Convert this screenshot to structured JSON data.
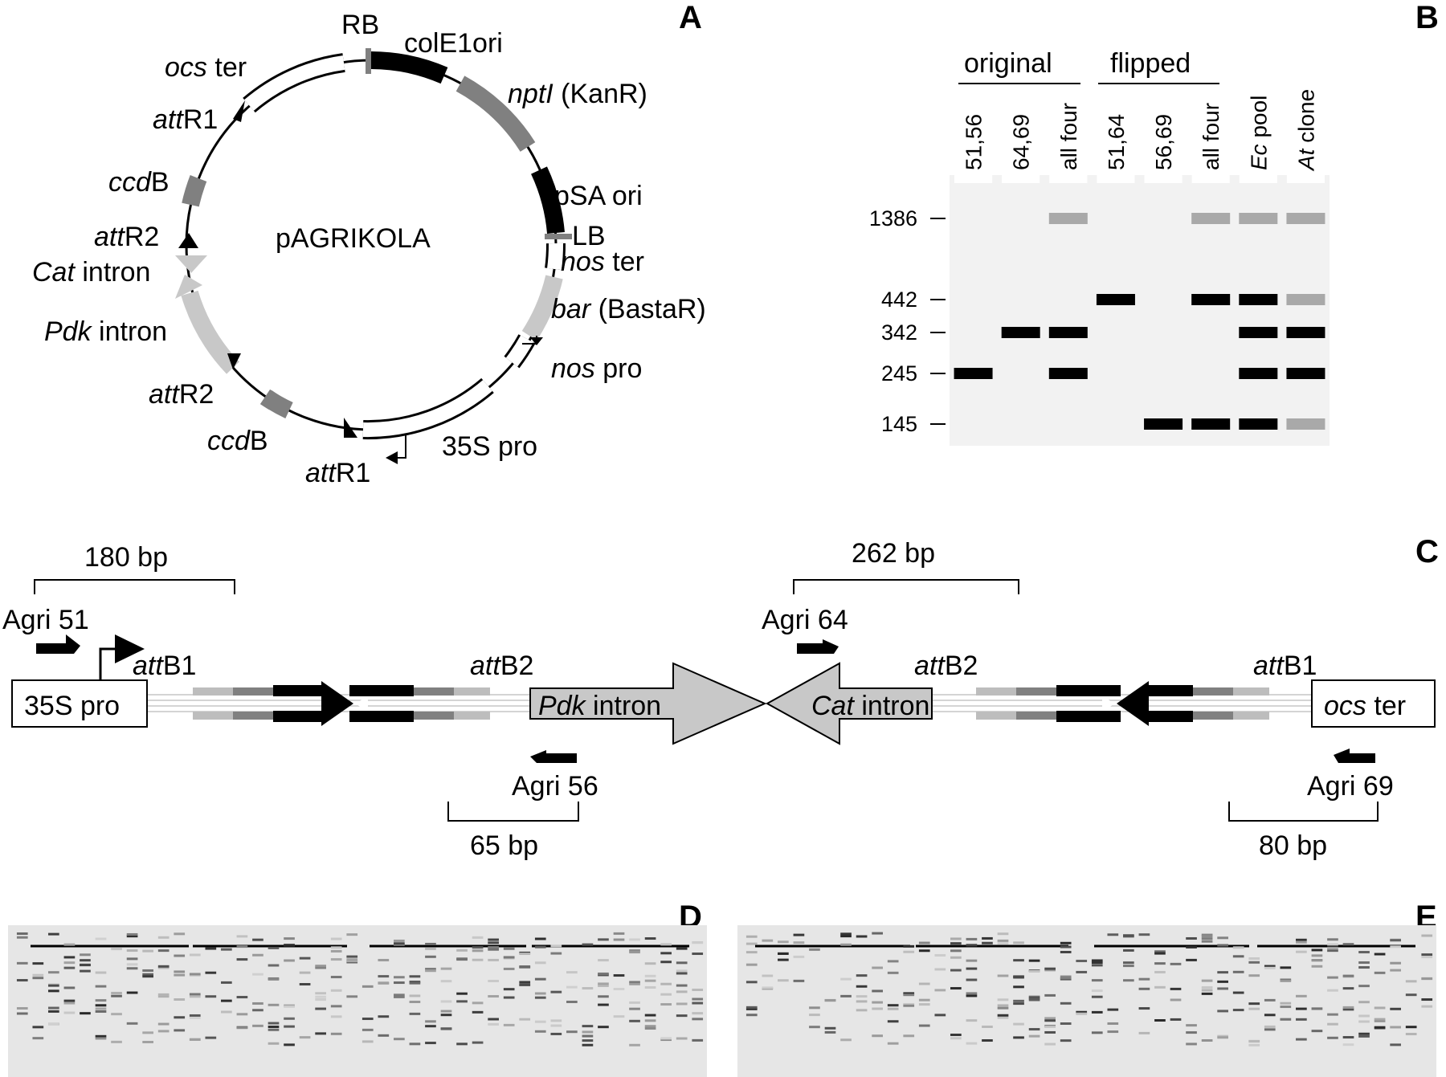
{
  "panels": {
    "a": {
      "letter": "A",
      "plasmid_name": "pAGRIKOLA",
      "labels": {
        "rb": "RB",
        "cole1": "colE1ori",
        "nptl_i": "nptI",
        "nptl_r": " (KanR)",
        "psa": "pSA ori",
        "lb": "LB",
        "nos_ter_i": "nos",
        "nos_ter_r": " ter",
        "bar_i": "bar",
        "bar_r": " (BastaR)",
        "nos_pro_i": "nos",
        "nos_pro_r": " pro",
        "s35": "35S pro",
        "attr1_i": "att",
        "attr1_r": "R1",
        "ccdb_i": "ccd",
        "ccdb_r": "B",
        "attr2_i": "att",
        "attr2_r": "R2",
        "pdk_i": "Pdk",
        "pdk_r": " intron",
        "cat_i": "Cat",
        "cat_r": " intron",
        "ocs_i": "ocs",
        "ocs_r": " ter"
      }
    },
    "b": {
      "letter": "B",
      "groups": [
        "original",
        "flipped"
      ],
      "lanes": [
        "51,56",
        "64,69",
        "all four",
        "51,64",
        "56,69",
        "all four",
        "Ec pool",
        "At clone"
      ],
      "lanes_italic": [
        false,
        false,
        false,
        false,
        false,
        false,
        true,
        true
      ],
      "lane_italic_part": [
        "",
        "",
        "",
        "",
        "",
        "",
        "Ec",
        "At"
      ],
      "lane_rest_part": [
        "51,56",
        "64,69",
        "all four",
        "51,64",
        "56,69",
        "all four",
        " pool",
        " clone"
      ],
      "sizes": [
        "1386",
        "442",
        "342",
        "245",
        "145"
      ],
      "bands": [
        {
          "lane": 0,
          "size": "245",
          "tone": "dark"
        },
        {
          "lane": 1,
          "size": "342",
          "tone": "dark"
        },
        {
          "lane": 2,
          "size": "1386",
          "tone": "light"
        },
        {
          "lane": 2,
          "size": "342",
          "tone": "dark"
        },
        {
          "lane": 2,
          "size": "245",
          "tone": "dark"
        },
        {
          "lane": 3,
          "size": "442",
          "tone": "dark"
        },
        {
          "lane": 4,
          "size": "145",
          "tone": "dark"
        },
        {
          "lane": 5,
          "size": "1386",
          "tone": "light"
        },
        {
          "lane": 5,
          "size": "442",
          "tone": "dark"
        },
        {
          "lane": 5,
          "size": "145",
          "tone": "dark"
        },
        {
          "lane": 6,
          "size": "1386",
          "tone": "light"
        },
        {
          "lane": 6,
          "size": "442",
          "tone": "dark"
        },
        {
          "lane": 6,
          "size": "342",
          "tone": "dark"
        },
        {
          "lane": 6,
          "size": "245",
          "tone": "dark"
        },
        {
          "lane": 6,
          "size": "145",
          "tone": "dark"
        },
        {
          "lane": 7,
          "size": "1386",
          "tone": "light"
        },
        {
          "lane": 7,
          "size": "442",
          "tone": "light"
        },
        {
          "lane": 7,
          "size": "342",
          "tone": "dark"
        },
        {
          "lane": 7,
          "size": "245",
          "tone": "dark"
        },
        {
          "lane": 7,
          "size": "145",
          "tone": "light"
        }
      ]
    },
    "c": {
      "letter": "C",
      "bp180": "180 bp",
      "bp262": "262 bp",
      "bp65": "65 bp",
      "bp80": "80 bp",
      "agri51": "Agri 51",
      "agri64": "Agri 64",
      "agri56": "Agri 56",
      "agri69": "Agri 69",
      "attb1_i": "att",
      "attb1_r": "B1",
      "attb2_i": "att",
      "attb2_r": "B2",
      "s35": "35S pro",
      "pdk_i": "Pdk",
      "pdk_r": " intron",
      "cat_i": "Cat",
      "cat_r": " intron",
      "ocs_i": "ocs",
      "ocs_r": " ter"
    },
    "d": {
      "letter": "D"
    },
    "e": {
      "letter": "E"
    }
  }
}
